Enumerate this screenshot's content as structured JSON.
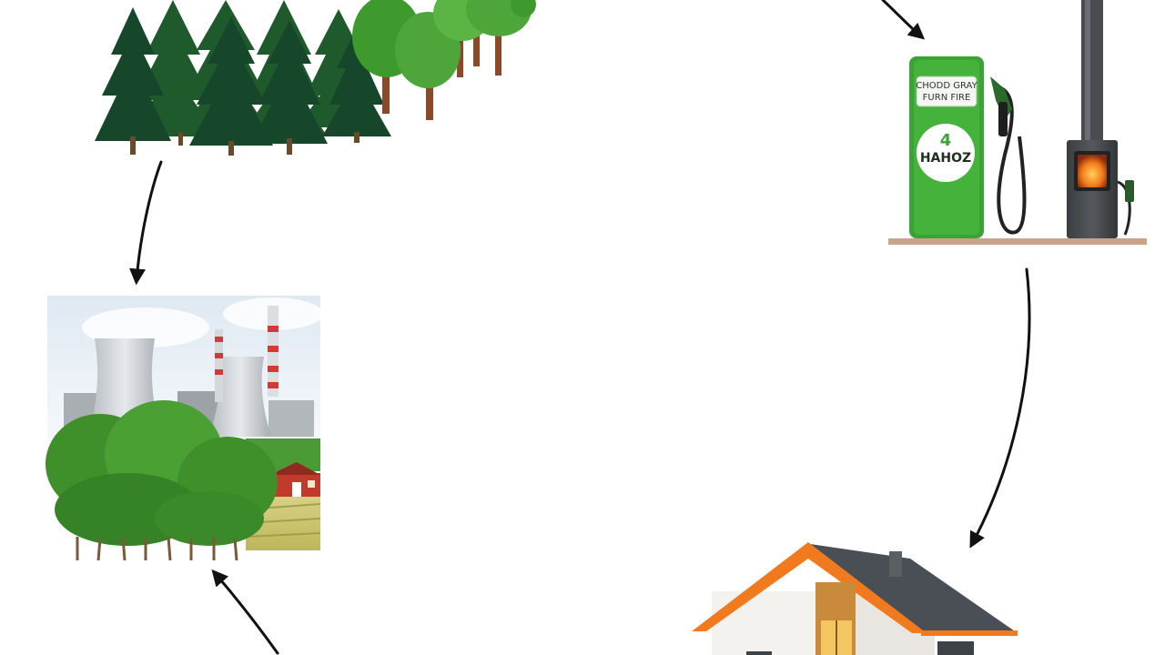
{
  "diagram": {
    "nodes": [
      {
        "id": "forest",
        "name": "Forest",
        "icon": "conifer-forest-icon"
      },
      {
        "id": "fuel",
        "name": "Fuel pump and wood stove",
        "icon": "fuel-pump-icon",
        "pump_brand": "HAHOZ",
        "pump_number": "4",
        "pump_sign": "CHODD GRAY FURN FIRE"
      },
      {
        "id": "house",
        "name": "House",
        "icon": "house-icon"
      },
      {
        "id": "industry",
        "name": "Power plant and farmland",
        "icon": "factory-icon"
      }
    ],
    "arrows": [
      {
        "from": "forest",
        "to": "industry"
      },
      {
        "from": "fuel",
        "to": "house"
      },
      {
        "from": "offscreen-top",
        "to": "fuel"
      },
      {
        "from": "offscreen-bottom",
        "to": "industry"
      }
    ],
    "colors": {
      "arrow": "#111111",
      "pump_green": "#3aa335",
      "roof_orange": "#f07a1d",
      "roof_dark": "#4a4f55",
      "conifer": "#1f5a2c",
      "deciduous": "#4ea63a",
      "shrub": "#3f8f2a",
      "barn_red": "#c23a2c"
    }
  }
}
